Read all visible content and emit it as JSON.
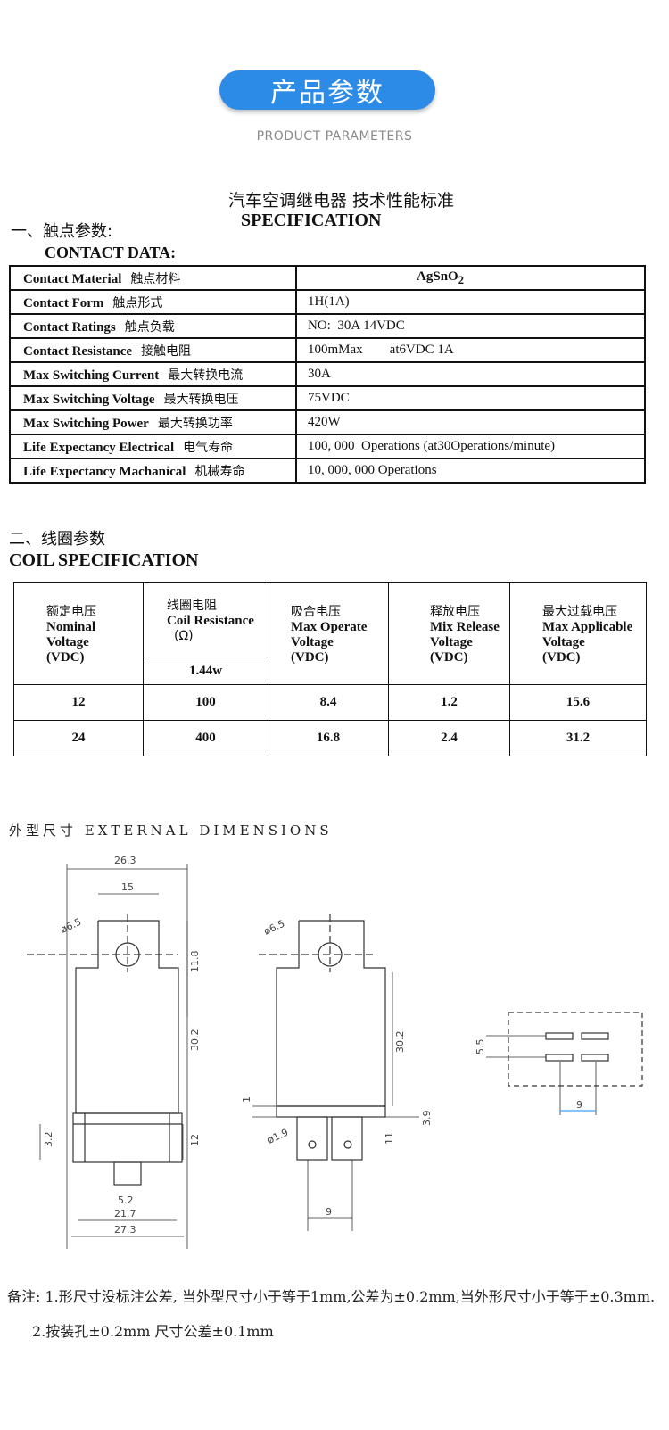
{
  "header": {
    "title": "产品参数",
    "subtitle": "PRODUCT PARAMETERS"
  },
  "document": {
    "title_zh": "汽车空调继电器 技术性能标准",
    "title_en": "SPECIFICATION",
    "contact_section_zh": "一、触点参数:",
    "contact_section_en": "CONTACT DATA:",
    "contact_rows": [
      {
        "label_en": "Contact Material",
        "label_zh": "触点材料",
        "value": "AgSnO",
        "sub": "2"
      },
      {
        "label_en": "Contact Form",
        "label_zh": "触点形式",
        "value": "1H(1A)"
      },
      {
        "label_en": "Contact Ratings",
        "label_zh": "触点负载",
        "value": "NO:  30A 14VDC"
      },
      {
        "label_en": "Contact Resistance",
        "label_zh": "接触电阻",
        "value": "100mMax        at6VDC 1A"
      },
      {
        "label_en": "Max Switching Current",
        "label_zh": "最大转换电流",
        "value": "30A"
      },
      {
        "label_en": "Max Switching Voltage",
        "label_zh": "最大转换电压",
        "value": "75VDC"
      },
      {
        "label_en": "Max Switching Power",
        "label_zh": "最大转换功率",
        "value": "420W"
      },
      {
        "label_en": "Life Expectancy Electrical",
        "label_zh": "电气寿命",
        "value": "100, 000  Operations (at30Operations/minute)"
      },
      {
        "label_en": "Life Expectancy Machanical",
        "label_zh": "机械寿命",
        "value": "10, 000, 000 Operations"
      }
    ],
    "coil_section_zh": "二、线圈参数",
    "coil_section_en": "COIL SPECIFICATION",
    "coil_headers": {
      "nominal_zh": "额定电压",
      "nominal_en": "Nominal Voltage",
      "nominal_unit": "(VDC)",
      "resistance_zh": "线圈电阻",
      "resistance_en": "Coil Resistance",
      "resistance_unit": "(Ω)",
      "resistance_power": "1.44w",
      "operate_zh": "吸合电压",
      "operate_en": "Max Operate",
      "operate_en2": "Voltage",
      "operate_unit": "(VDC)",
      "release_zh": "释放电压",
      "release_en": "Mix Release",
      "release_en2": "Voltage",
      "release_unit": "(VDC)",
      "applicable_zh": "最大过载电压",
      "applicable_en": "Max Applicable",
      "applicable_en2": "Voltage",
      "applicable_unit": "(VDC)"
    },
    "coil_rows": [
      {
        "nominal": "12",
        "resistance": "100",
        "operate": "8.4",
        "release": "1.2",
        "applicable": "15.6"
      },
      {
        "nominal": "24",
        "resistance": "400",
        "operate": "16.8",
        "release": "2.4",
        "applicable": "31.2"
      }
    ],
    "dims_title": "外型尺寸 EXTERNAL DIMENSIONS",
    "dims": {
      "w_top": "26.3",
      "w_tab": "15",
      "hole": "ø6.5",
      "h_tab": "11.8",
      "h_body": "30.2",
      "h_base": "12",
      "h_side": "3.2",
      "w_pin": "5.2",
      "w_base": "21.7",
      "w_total": "27.3",
      "side_hole": "ø6.5",
      "side_h": "30.2",
      "side_1": "1",
      "side_pinhole": "ø1.9",
      "side_39": "3.9",
      "side_11": "11",
      "side_9": "9",
      "pcb_55": "5.5",
      "pcb_9": "9"
    },
    "note1": "备注: 1.形尺寸没标注公差, 当外型尺寸小于等于1mm,公差为±0.2mm,当外形尺寸小于等于±0.3mm.",
    "note2": "2.按装孔±0.2mm 尺寸公差±0.1mm"
  }
}
